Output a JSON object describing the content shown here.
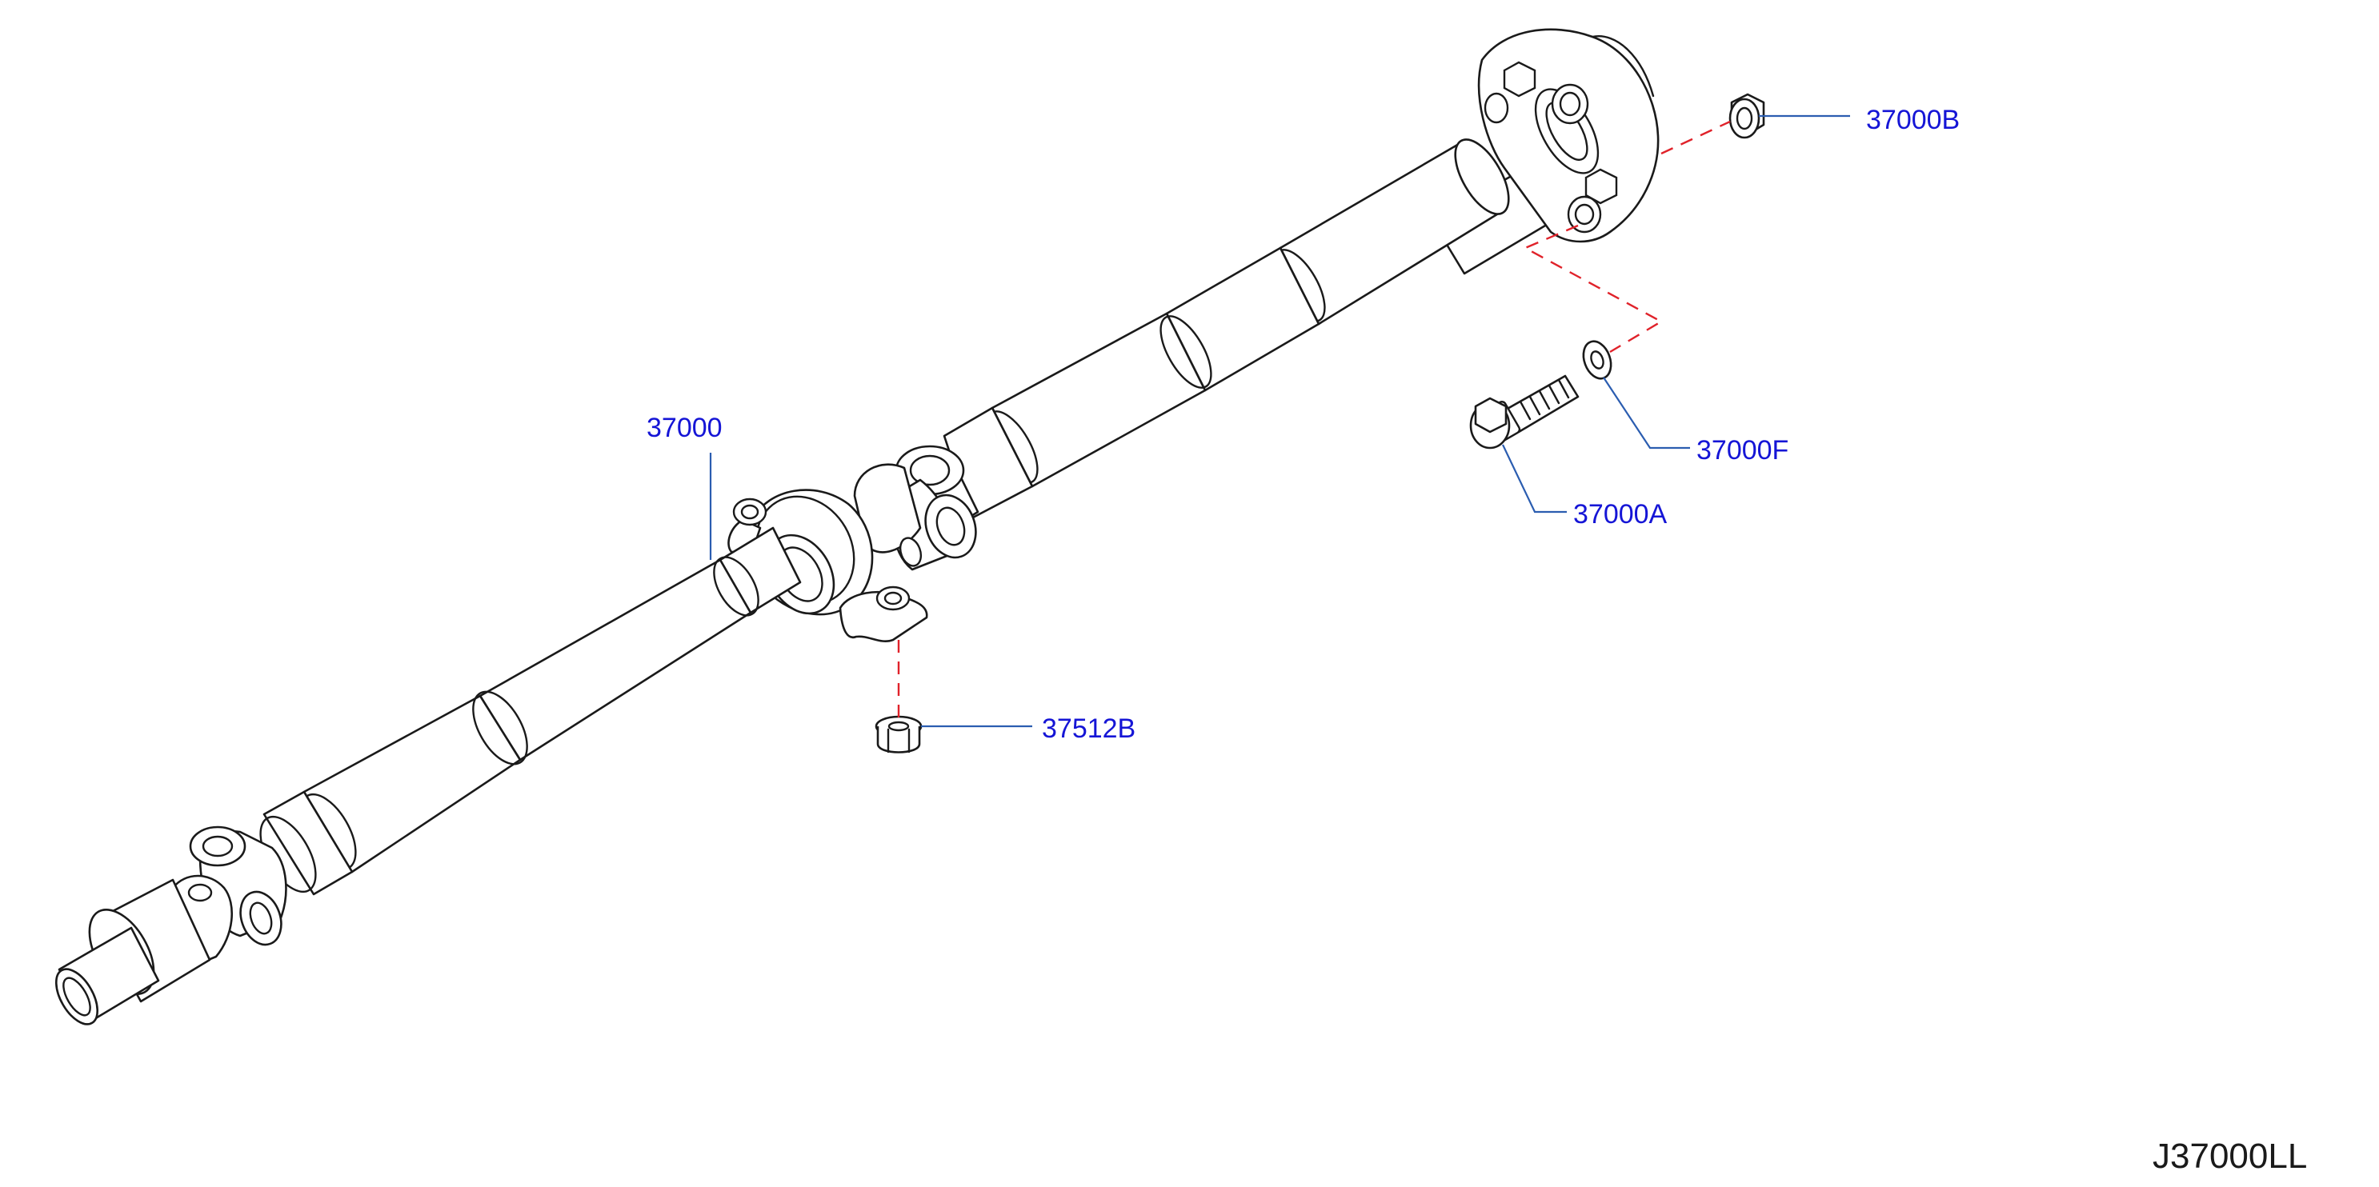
{
  "colors": {
    "line": "#1a1a1a",
    "label": "#1515d6",
    "leader": "#2b5db0",
    "hidden_path": "#e0222a"
  },
  "callouts": [
    {
      "id": "p37000",
      "label": "37000"
    },
    {
      "id": "p37000B",
      "label": "37000B"
    },
    {
      "id": "p37000F",
      "label": "37000F"
    },
    {
      "id": "p37000A",
      "label": "37000A"
    },
    {
      "id": "p37512B",
      "label": "37512B"
    }
  ],
  "diagram_code": "J37000LL"
}
